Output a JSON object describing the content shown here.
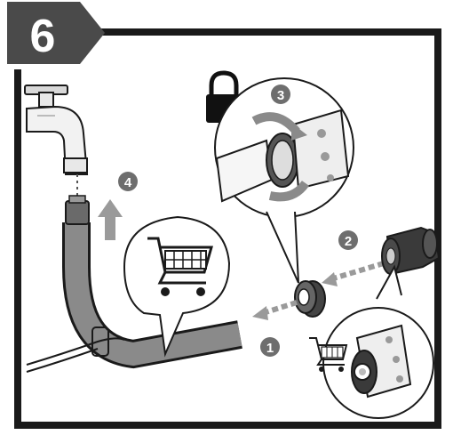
{
  "step_badge": {
    "number": "6",
    "bg_color": "#4a4a4a",
    "text_color": "#ffffff"
  },
  "callouts": {
    "step1": "1",
    "step2": "2",
    "step3": "3",
    "step4": "4"
  },
  "icons": {
    "cart_large": "shopping-cart-icon",
    "cart_small": "shopping-cart-icon",
    "lock": "padlock-icon"
  },
  "colors": {
    "frame": "#1a1a1a",
    "hose": "#7a7a7a",
    "arrow": "#9a9a9a",
    "callout_bg": "#6e6e6e",
    "lock": "#111111"
  }
}
